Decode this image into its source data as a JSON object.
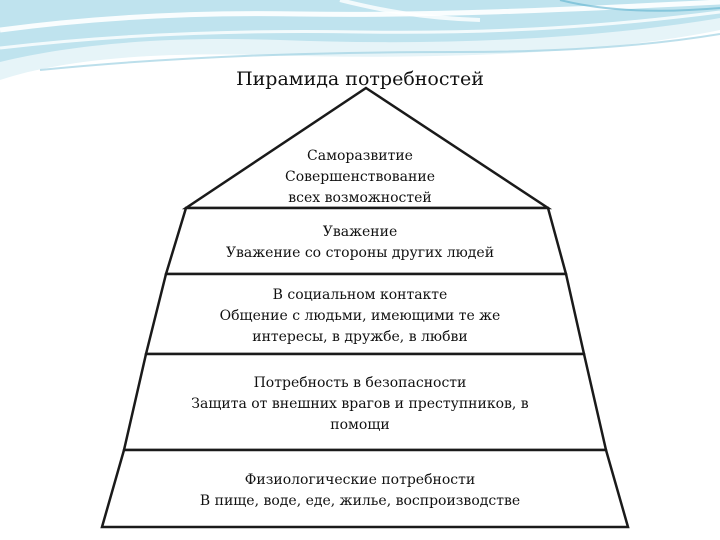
{
  "title": "Пирамида потребностей",
  "levels": [
    {
      "lines": [
        "Саморазвитие",
        "Совершенствование",
        "всех возможностей"
      ]
    },
    {
      "lines": [
        "Уважение",
        "Уважение со стороны других людей"
      ]
    },
    {
      "lines": [
        "В социальном контакте",
        "Общение с людьми, имеющими те же",
        "интересы, в дружбе, в любви"
      ]
    },
    {
      "lines": [
        "Потребность в безопасности",
        "Защита от внешних врагов и преступников, в",
        "помощи"
      ]
    },
    {
      "lines": [
        "Физиологические потребности",
        "В пище, воде, еде, жилье, воспроизводстве"
      ]
    }
  ],
  "colors": {
    "wave_light": "#d8eef5",
    "wave_mid": "#a9d7e6",
    "wave_dark": "#5fb3cf",
    "line": "#1a1a1a"
  }
}
